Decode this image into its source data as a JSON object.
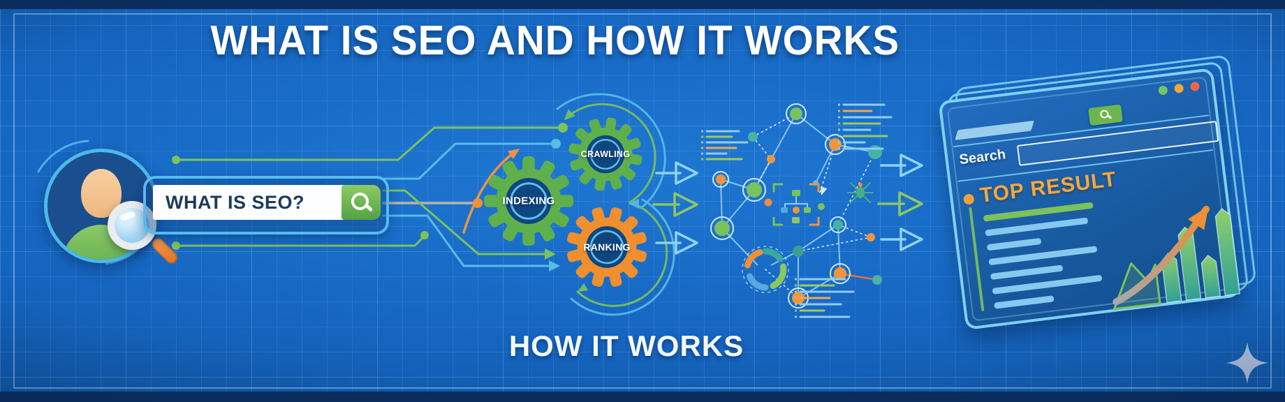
{
  "title": "WHAT IS SEO AND HOW IT WORKS",
  "footer_caption": "HOW IT WORKS",
  "search_bar": {
    "query": "WHAT IS SEO?"
  },
  "gears": [
    {
      "id": "crawling",
      "label": "CRAWLING",
      "color": "#5fb04d"
    },
    {
      "id": "indexing",
      "label": "INDEXING",
      "color": "#5fb04d"
    },
    {
      "id": "ranking",
      "label": "RANKING",
      "color": "#ef8f2e"
    }
  ],
  "browser_window": {
    "search_label": "Search",
    "top_result_label": "TOP RESULT",
    "traffic_dots": [
      "#74c45e",
      "#f2a53a",
      "#ef6447"
    ]
  },
  "palette": {
    "background": "#1565c0",
    "grid_line": "#9cc8f0",
    "accent_blue": "#7fd0f4",
    "accent_green": "#7cc25c",
    "accent_orange": "#f08f35",
    "query_text": "#1c3a58"
  }
}
